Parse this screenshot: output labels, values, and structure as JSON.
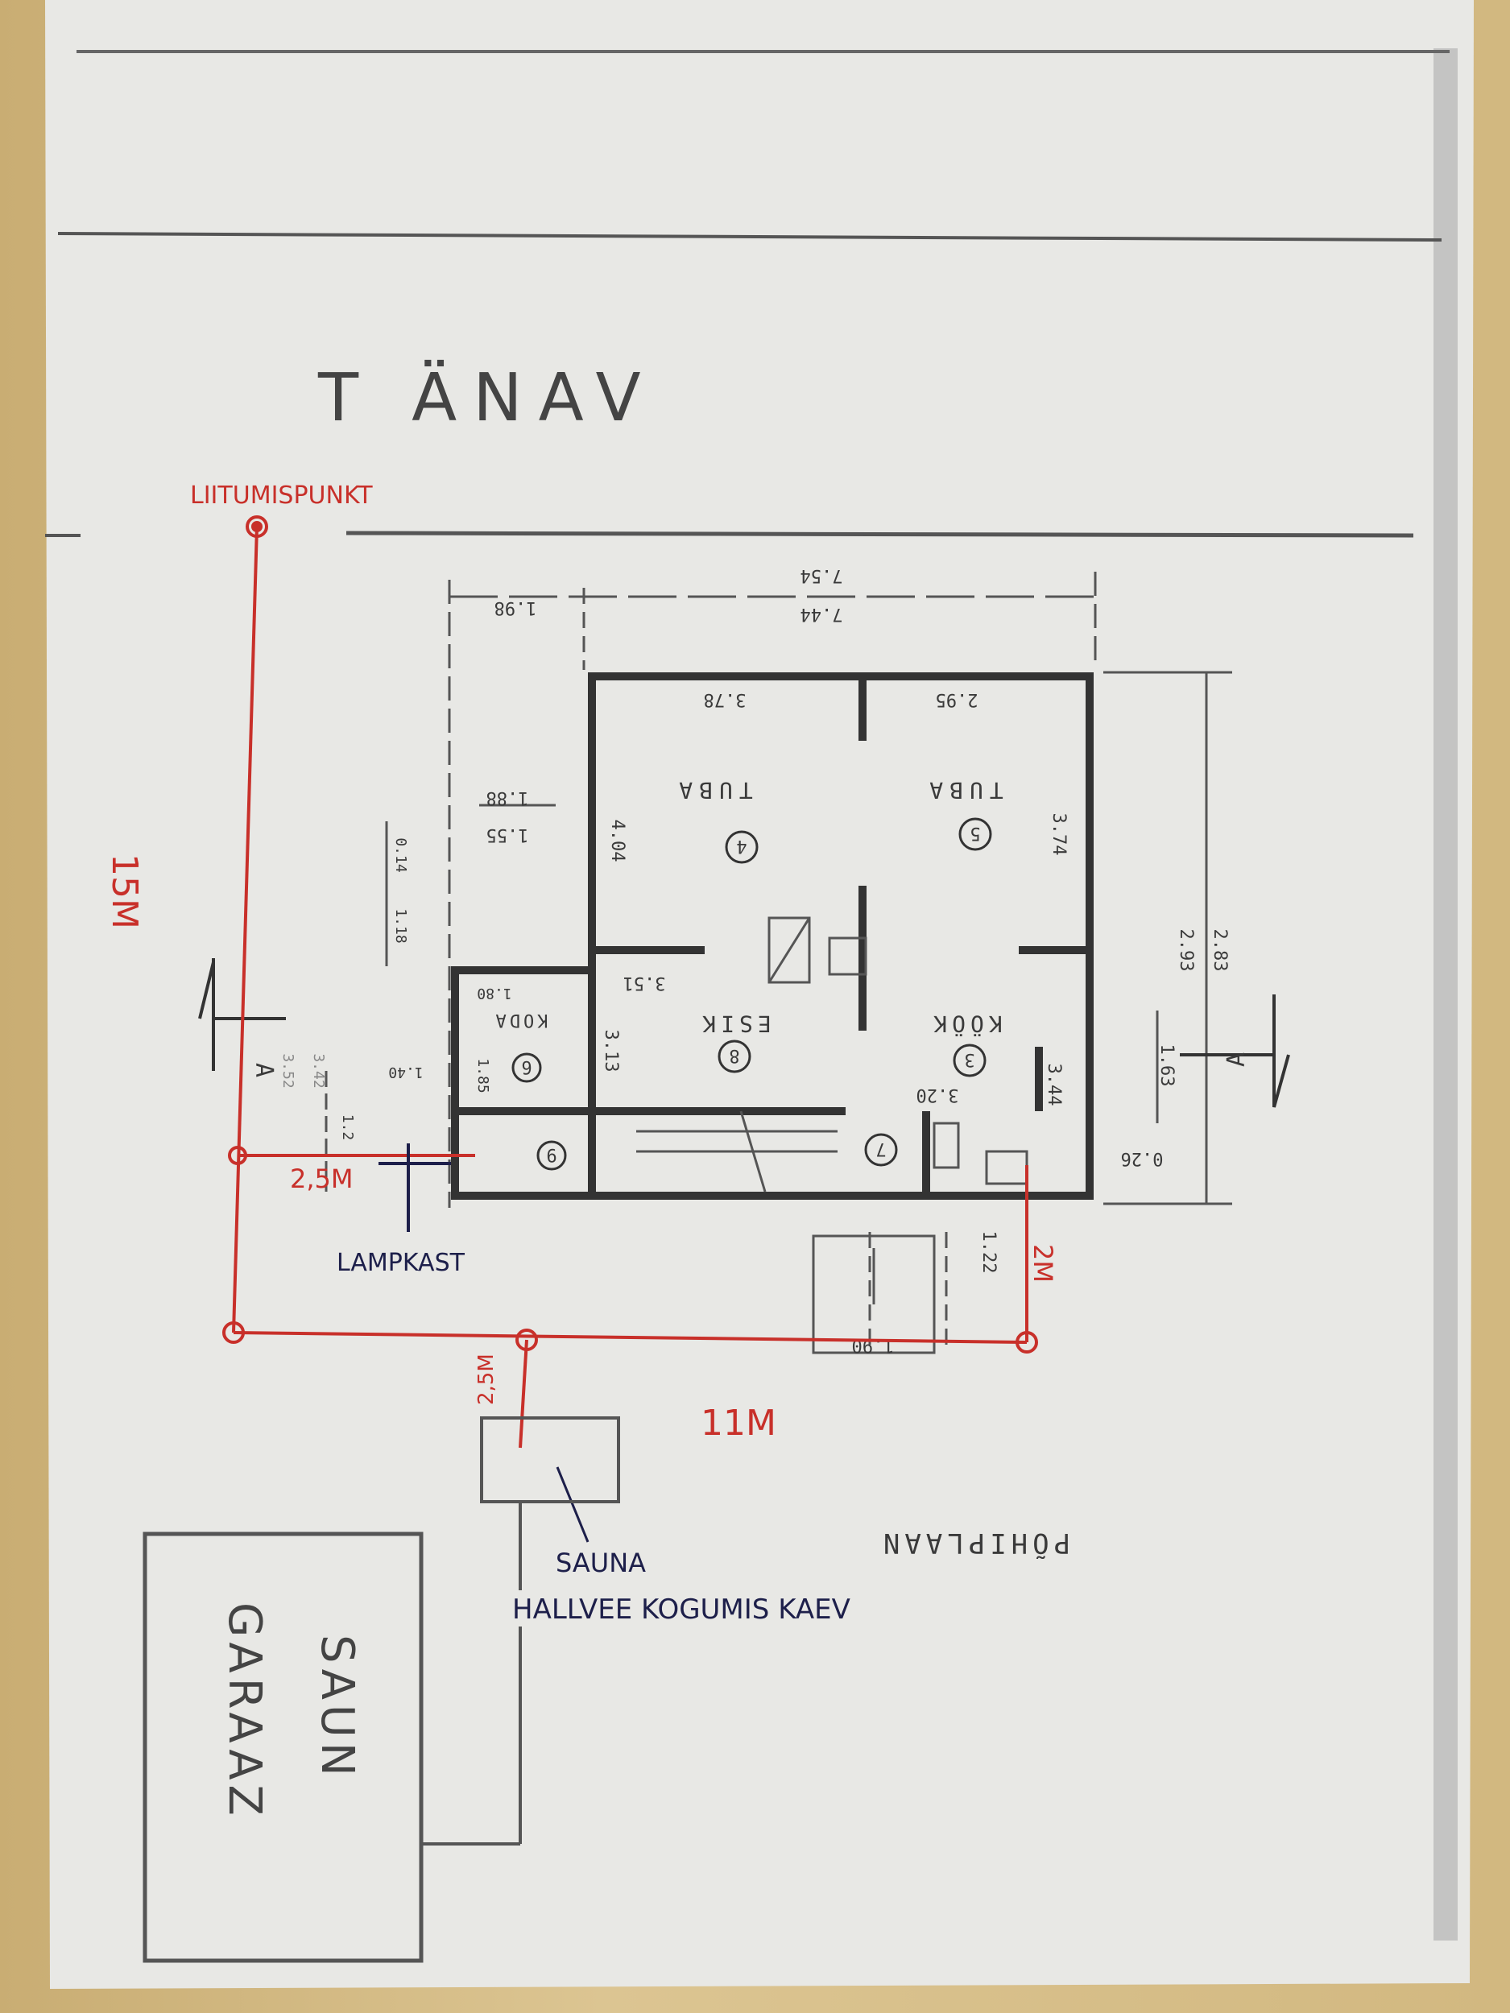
{
  "title": {
    "street": "T ÄNAV",
    "plan": "PÕHIPLAAN"
  },
  "annotations": {
    "connection_point": "LIITUMISPUNKT",
    "lamp_box": "LAMPKAST",
    "sauna": "SAUNA",
    "greywater_well": "HALLVEE KOGUMIS KAEV",
    "sauna_garage_1": "SAUN",
    "sauna_garage_2": "GARAAZ",
    "dist_15m": "15M",
    "dist_2_5m_a": "2,5M",
    "dist_2m": "2M",
    "dist_2_5m_b": "2,5M",
    "dist_11m": "11M"
  },
  "rooms": [
    {
      "name": "TUBA",
      "number": "4"
    },
    {
      "name": "TUBA",
      "number": "5"
    },
    {
      "name": "ESIK",
      "number": "8"
    },
    {
      "name": "KÖÖK",
      "number": "3"
    },
    {
      "name": "KODA",
      "number": "6"
    },
    {
      "name": "",
      "number": "9"
    },
    {
      "name": "",
      "number": "7"
    }
  ],
  "dimensions": {
    "d198": "1.98",
    "d744": "7.44",
    "d754": "7.54",
    "d378": "3.78",
    "d295": "2.95",
    "d404": "4.04",
    "d374": "3.74",
    "d351": "3.51",
    "d313": "3.13",
    "d180": "1.80",
    "d185": "1.85",
    "d320": "3.20",
    "d344": "3.44",
    "d163": "1.63",
    "d026": "0.26",
    "d122": "1.22",
    "d190": "1.90",
    "d188": "1.88",
    "d155": "1.55",
    "d118": "1.18",
    "d014": "0.14",
    "d140": "1.40",
    "d342": "3.42",
    "d352": "3.52",
    "d12": "1.2",
    "d283": "2.83",
    "d293": "2.93",
    "section": "A"
  },
  "colors": {
    "red_ink": "#c8302a",
    "blue_ink": "#1d1f4a",
    "paper": "#e8e8e5"
  }
}
